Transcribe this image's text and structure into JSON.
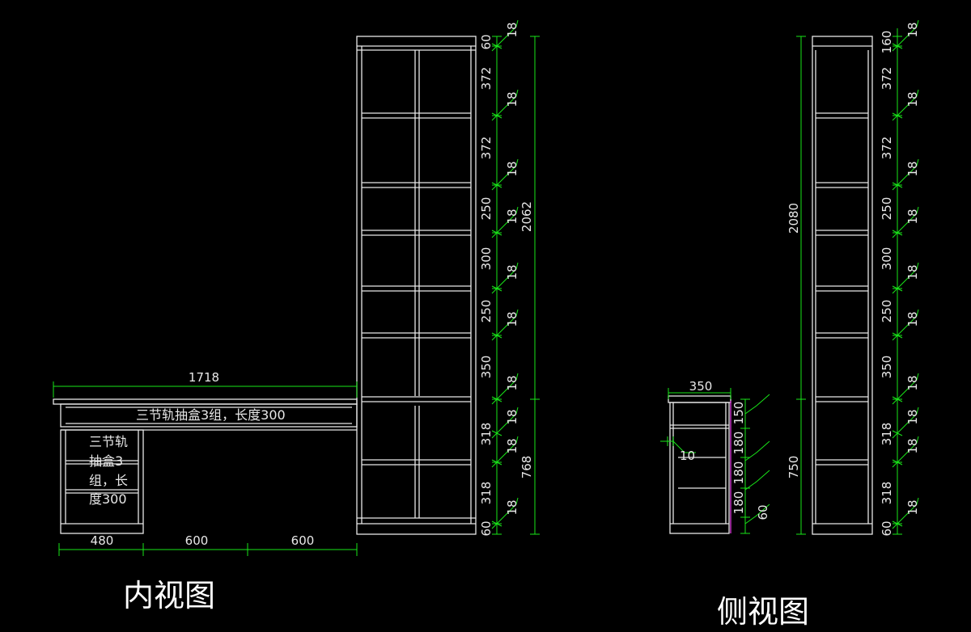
{
  "view_titles": {
    "front": "内视图",
    "side": "侧视图"
  },
  "notes": {
    "desk_drawer": "三节轨抽盒3组，长度300",
    "pedestal_line1": "三节轨",
    "pedestal_line2": "抽盒3",
    "pedestal_line3": "组，长",
    "pedestal_line4": "度300"
  },
  "front_dims": {
    "desk_width": "1718",
    "bottom_segments": [
      "480",
      "600",
      "600"
    ],
    "overall_height": "2062",
    "lower_height": "768",
    "segments": [
      "60",
      "372",
      "372",
      "250",
      "300",
      "250",
      "350",
      "318",
      "318",
      "60"
    ],
    "board_thickness": "18"
  },
  "side_dims": {
    "desk_depth": "350",
    "drawer_heights": [
      "150",
      "180",
      "180",
      "180",
      "60"
    ],
    "inset": "10",
    "overall_height": "2080",
    "lower_height": "750",
    "segments": [
      "160",
      "372",
      "372",
      "250",
      "300",
      "250",
      "350",
      "318",
      "318",
      "60"
    ],
    "board_thickness": "18",
    "overlap_label": "18"
  },
  "colors": {
    "background": "#000000",
    "lines": "#e8e8e8",
    "dimension": "#19e619",
    "accent": "#cc33cc"
  }
}
